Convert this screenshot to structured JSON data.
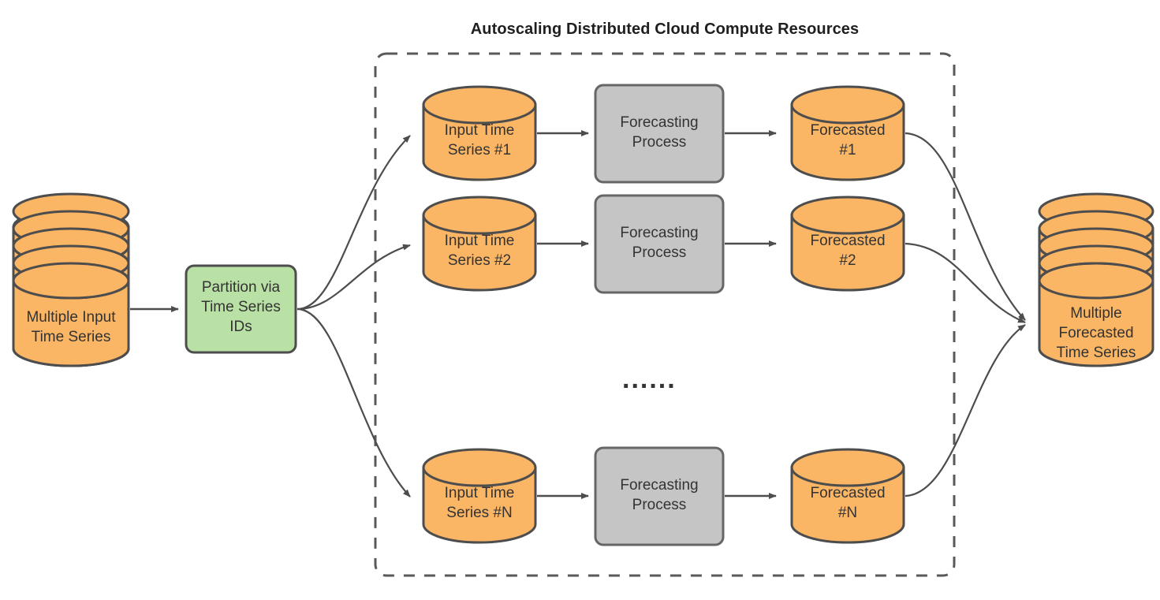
{
  "diagram": {
    "title": "Autoscaling Distributed Cloud Compute Resources",
    "ellipsis": "......",
    "colors": {
      "cylinder_fill": "#fab565",
      "cylinder_stroke": "#4d4d4d",
      "process_fill": "#c5c5c5",
      "process_stroke": "#666666",
      "partition_fill": "#b9e0a5",
      "partition_stroke": "#4d4d4d",
      "edge_stroke": "#4d4d4d",
      "group_border": "#595959",
      "text": "#333333",
      "background": "#ffffff"
    },
    "source": {
      "label": "Multiple Input\nTime Series",
      "shape": "stacked-cylinder",
      "disks": 5
    },
    "partition": {
      "label": "Partition via\nTime Series\nIDs",
      "shape": "rounded-rect"
    },
    "sink": {
      "label": "Multiple\nForecasted\nTime Series",
      "shape": "stacked-cylinder",
      "disks": 5
    },
    "lanes": [
      {
        "id": "lane-1",
        "input": {
          "label": "Input Time\nSeries #1",
          "shape": "cylinder"
        },
        "process": {
          "label": "Forecasting\nProcess",
          "shape": "rounded-rect"
        },
        "output": {
          "label": "Forecasted\n#1",
          "shape": "cylinder"
        }
      },
      {
        "id": "lane-2",
        "input": {
          "label": "Input Time\nSeries #2",
          "shape": "cylinder"
        },
        "process": {
          "label": "Forecasting\nProcess",
          "shape": "rounded-rect"
        },
        "output": {
          "label": "Forecasted\n#2",
          "shape": "cylinder"
        }
      },
      {
        "id": "lane-n",
        "input": {
          "label": "Input Time\nSeries #N",
          "shape": "cylinder"
        },
        "process": {
          "label": "Forecasting\nProcess",
          "shape": "rounded-rect"
        },
        "output": {
          "label": "Forecasted\n#N",
          "shape": "cylinder"
        }
      }
    ]
  }
}
